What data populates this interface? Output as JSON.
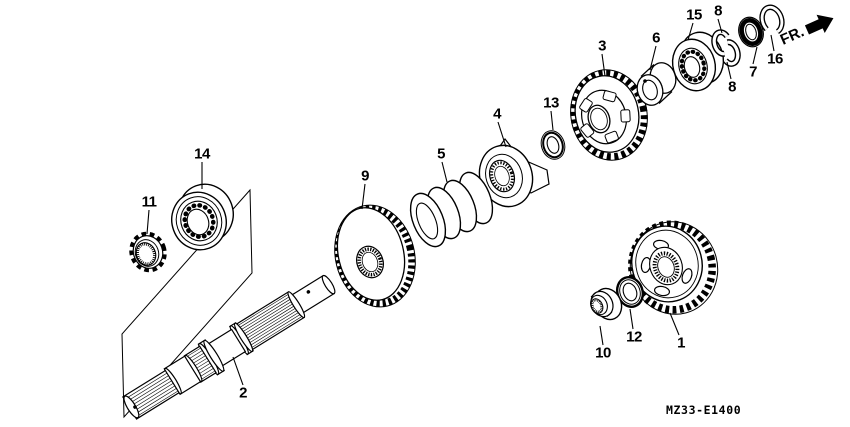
{
  "diagram": {
    "code": "MZ33-E1400",
    "direction": {
      "label": "FR.",
      "icon": "arrow-right-icon"
    },
    "callouts": [
      "1",
      "2",
      "3",
      "4",
      "5",
      "6",
      "7",
      "8",
      "9",
      "10",
      "11",
      "12",
      "13",
      "14",
      "15",
      "16"
    ]
  }
}
